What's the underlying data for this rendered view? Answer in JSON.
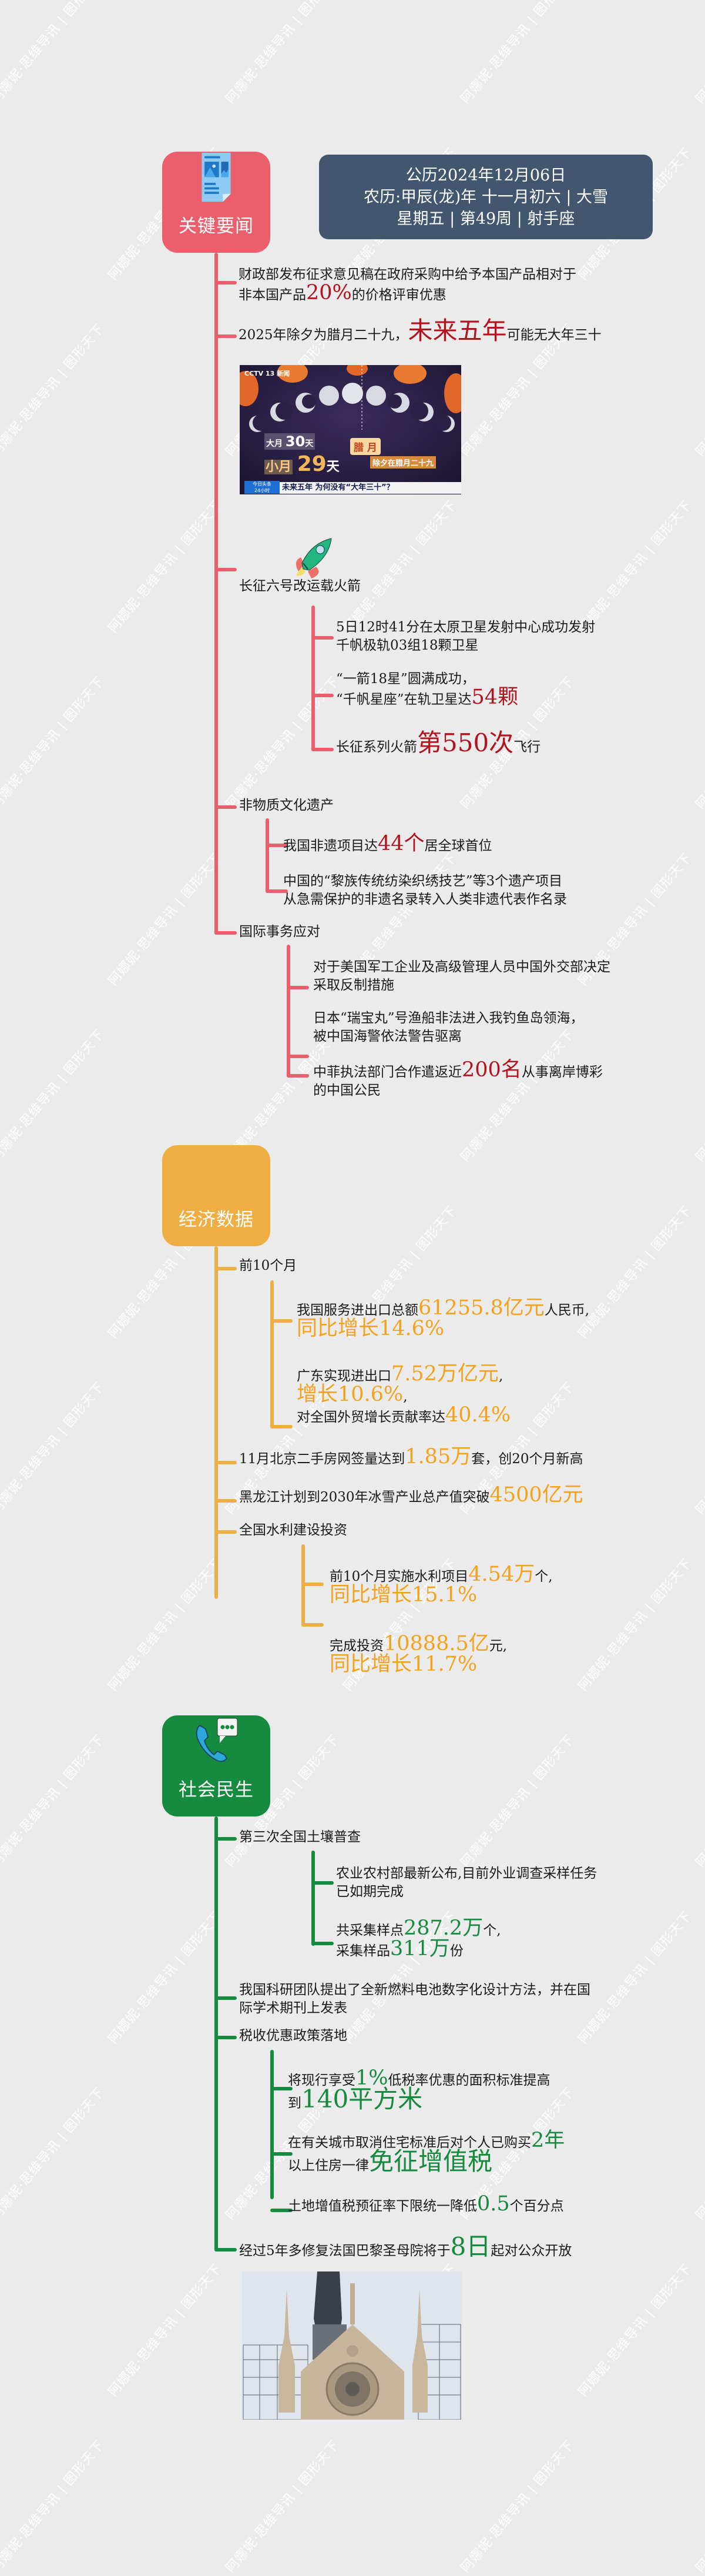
{
  "watermark": "阿娜妮·思维导讯 | 图形天下",
  "colors": {
    "background": "#ebebeb",
    "news_accent": "#ea5f6b",
    "econ_accent": "#efae44",
    "social_accent": "#168a3e",
    "date_box": "#43566f",
    "highlight_red": "#b5121f",
    "highlight_orange": "#f4a11c",
    "highlight_green": "#168a3e"
  },
  "header": {
    "gregorian": "公历2024年12月06日",
    "lunar": "农历:甲辰(龙)年 十一月初六 | 大雪",
    "week": "星期五 | 第49周 | 射手座"
  },
  "news": {
    "title": "关键要闻",
    "icon": "newspaper-icon",
    "items": [
      {
        "pre": "财政部发布征求意见稿在政府采购中给予本国产品相对于",
        "line2_pre": "非本国产品",
        "hl": "20%",
        "post": "的价格评审优惠"
      },
      {
        "pre": "2025年除夕为腊月二十九，",
        "hl": "未来五年",
        "post": "可能无大年三十"
      }
    ],
    "image1": {
      "channel": "CCTV 13 新闻",
      "big_month": "大月",
      "big_days": "30",
      "day_unit": "天",
      "small_month": "小月",
      "small_days": "29",
      "tag_month": "腊 月",
      "tag_eve": "除夕在腊月二十九",
      "ticker_top": "今日头条",
      "ticker_bottom": "24小时",
      "caption": "未来五年 为何没有“大年三十”？"
    },
    "rocket": {
      "icon": "rocket-icon",
      "title": "长征六号改运载火箭",
      "children": [
        {
          "line1": "5日12时41分在太原卫星发射中心成功发射",
          "line2": "千帆极轨03组18颗卫星"
        },
        {
          "line1": "“一箭18星”圆满成功，",
          "line2_pre": "“千帆星座”在轨卫星达",
          "hl": "54颗"
        },
        {
          "pre": "长征系列火箭",
          "hl": "第550次",
          "post": "飞行"
        }
      ]
    },
    "heritage": {
      "title": "非物质文化遗产",
      "children": [
        {
          "pre": "我国非遗项目达",
          "hl": "44个",
          "post": "居全球首位"
        },
        {
          "line1": "中国的“黎族传统纺染织绣技艺”等3个遗产项目",
          "line2": "从急需保护的非遗名录转入人类非遗代表作名录"
        }
      ]
    },
    "intl": {
      "title": "国际事务应对",
      "children": [
        {
          "line1": "对于美国军工企业及高级管理人员中国外交部决定",
          "line2": "采取反制措施"
        },
        {
          "line1": "日本“瑞宝丸”号渔船非法进入我钓鱼岛领海，",
          "line2": "被中国海警依法警告驱离"
        },
        {
          "pre": "中菲执法部门合作遣返近",
          "hl": "200名",
          "post": "从事离岸博彩",
          "line2": "的中国公民"
        }
      ]
    }
  },
  "economy": {
    "title": "经济数据",
    "first10": {
      "title": "前10个月",
      "children": [
        {
          "pre": "我国服务进出口总额",
          "hl": "61255.8亿元",
          "post": "人民币,",
          "line2_hl": "同比增长14.6%"
        },
        {
          "pre": "广东实现进出口",
          "hl": "7.52万亿元",
          "post": ",",
          "line2_hl": "增长10.6%",
          "line2_post": ",",
          "line3_pre": "对全国外贸增长贡献率达",
          "line3_hl": "40.4%"
        }
      ]
    },
    "housing": {
      "pre": "11月北京二手房网签量达到",
      "hl": "1.85万",
      "post": "套，创20个月新高"
    },
    "ice": {
      "pre": "黑龙江计划到2030年冰雪产业总产值突破",
      "hl": "4500亿元"
    },
    "water": {
      "title": "全国水利建设投资",
      "children": [
        {
          "pre": "前10个月实施水利项目",
          "hl": "4.54万",
          "post": "个,",
          "line2_hl": "同比增长15.1%"
        },
        {
          "pre": "完成投资",
          "hl": "10888.5亿",
          "post": "元,",
          "line2_hl": "同比增长11.7%"
        }
      ]
    }
  },
  "social": {
    "title": "社会民生",
    "icon": "phone-chat-icon",
    "soil": {
      "title": "第三次全国土壤普查",
      "children": [
        {
          "line1": "农业农村部最新公布,目前外业调查采样任务",
          "line2": "已如期完成"
        },
        {
          "pre": "共采集样点",
          "hl": "287.2万",
          "post": "个,",
          "line2_pre": "采集样品",
          "line2_hl": "311万",
          "line2_post": "份"
        }
      ]
    },
    "fuel": {
      "line1": "我国科研团队提出了全新燃料电池数字化设计方法，并在国",
      "line2": "际学术期刊上发表"
    },
    "tax": {
      "title": "税收优惠政策落地",
      "children": [
        {
          "pre": "将现行享受",
          "hl": "1%",
          "post": "低税率优惠的面积标准提高",
          "line2_pre": "到",
          "line2_hl": "140平方米"
        },
        {
          "pre": "在有关城市取消住宅标准后对个人已购买",
          "hl": "2年",
          "line2_pre": "以上住房一律",
          "line2_hl": "免征增值税"
        },
        {
          "pre": "土地增值税预征率下限统一降低",
          "hl": "0.5",
          "post": "个百分点"
        }
      ]
    },
    "notre": {
      "pre": "经过5年多修复法国巴黎圣母院将于",
      "hl": "8日",
      "post": "起对公众开放"
    }
  }
}
